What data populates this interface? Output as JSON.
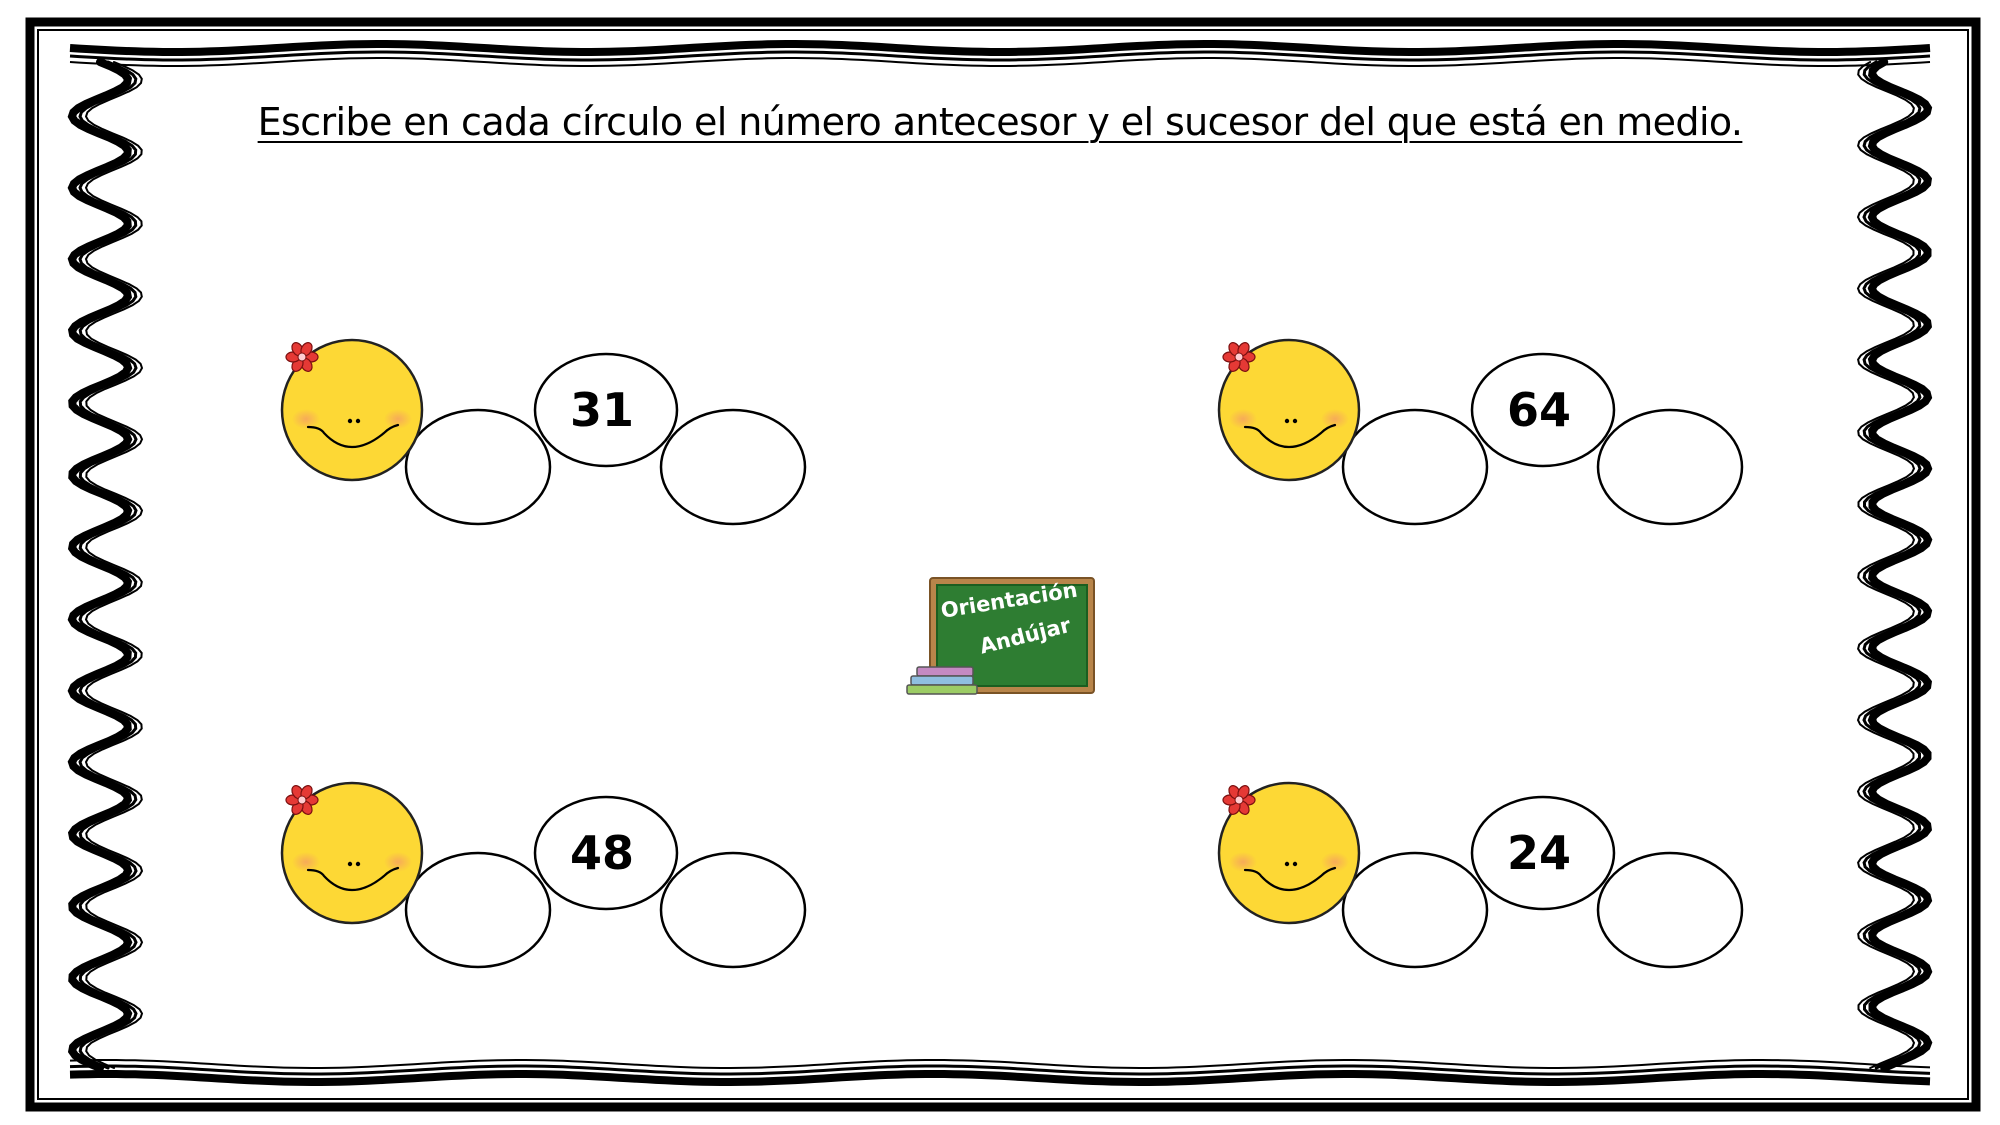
{
  "instruction": "Escribe en cada círculo el número antecesor y el sucesor del que está en medio.",
  "exercises": [
    {
      "number": "31"
    },
    {
      "number": "64"
    },
    {
      "number": "48"
    },
    {
      "number": "24"
    }
  ],
  "logo": {
    "line1": "Orientación",
    "line2": "Andújar"
  },
  "colors": {
    "face": "#fdd835",
    "face_stroke": "#222222",
    "cheek": "#f6a85a",
    "flower": "#e53935",
    "chalkboard": "#2e7d32",
    "chalkboard_frame": "#b8854a"
  },
  "icons": [
    "wavy-frame",
    "smiley-face-icon",
    "flower-icon",
    "chalkboard-icon",
    "books-icon"
  ]
}
